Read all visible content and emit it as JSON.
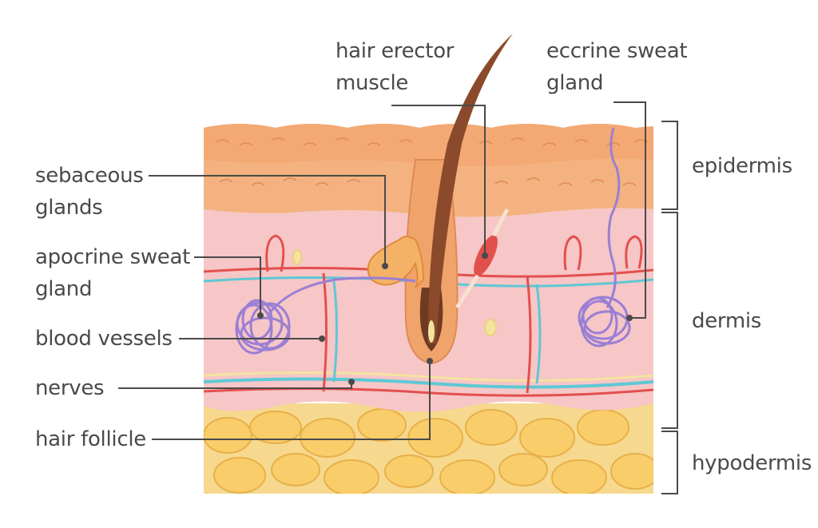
{
  "labels": {
    "hair_erector_muscle": [
      "hair erector",
      "muscle"
    ],
    "eccrine_sweat_gland": [
      "eccrine sweat",
      "gland"
    ],
    "sebaceous_glands": [
      "sebaceous",
      "glands"
    ],
    "apocrine_sweat_gland": [
      "apocrine sweat",
      "gland"
    ],
    "blood_vessels": "blood vessels",
    "nerves": "nerves",
    "hair_follicle": "hair follicle",
    "epidermis": "epidermis",
    "dermis": "dermis",
    "hypodermis": "hypodermis"
  },
  "colors": {
    "epidermis_outer": "#f4a974",
    "epidermis_inner": "#f3b27f",
    "dermis": "#f7c6c6",
    "hypodermis": "#f6d98e",
    "fat_cell": "#f9cd6a",
    "hair": "#8b4a2b",
    "blood_vessel": "#e2504e",
    "nerve": "#5ec8d5",
    "gland": "#9a7fd4",
    "sebaceous": "#f4b266",
    "leader_line": "#4a4a4a"
  }
}
